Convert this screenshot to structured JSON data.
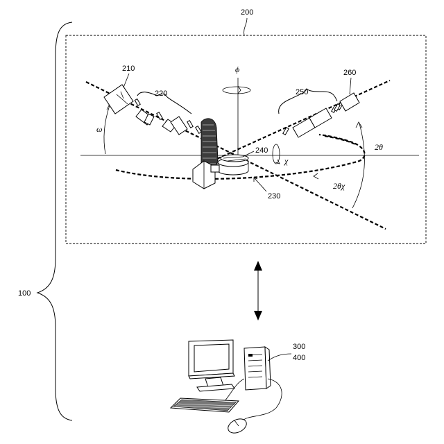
{
  "labels": {
    "system": "100",
    "apparatus": "200",
    "source": "210",
    "incident_optics": "220",
    "goniometer": "230",
    "sample": "240",
    "receiving_optics": "250",
    "detector": "260",
    "computer_a": "300",
    "computer_b": "400"
  },
  "symbols": {
    "phi": "ϕ",
    "omega": "ω",
    "chi": "χ",
    "two_theta": "2θ",
    "two_theta_chi": "2θχ"
  },
  "colors": {
    "ink": "#000000",
    "background": "#ffffff",
    "shade": "#444444"
  }
}
